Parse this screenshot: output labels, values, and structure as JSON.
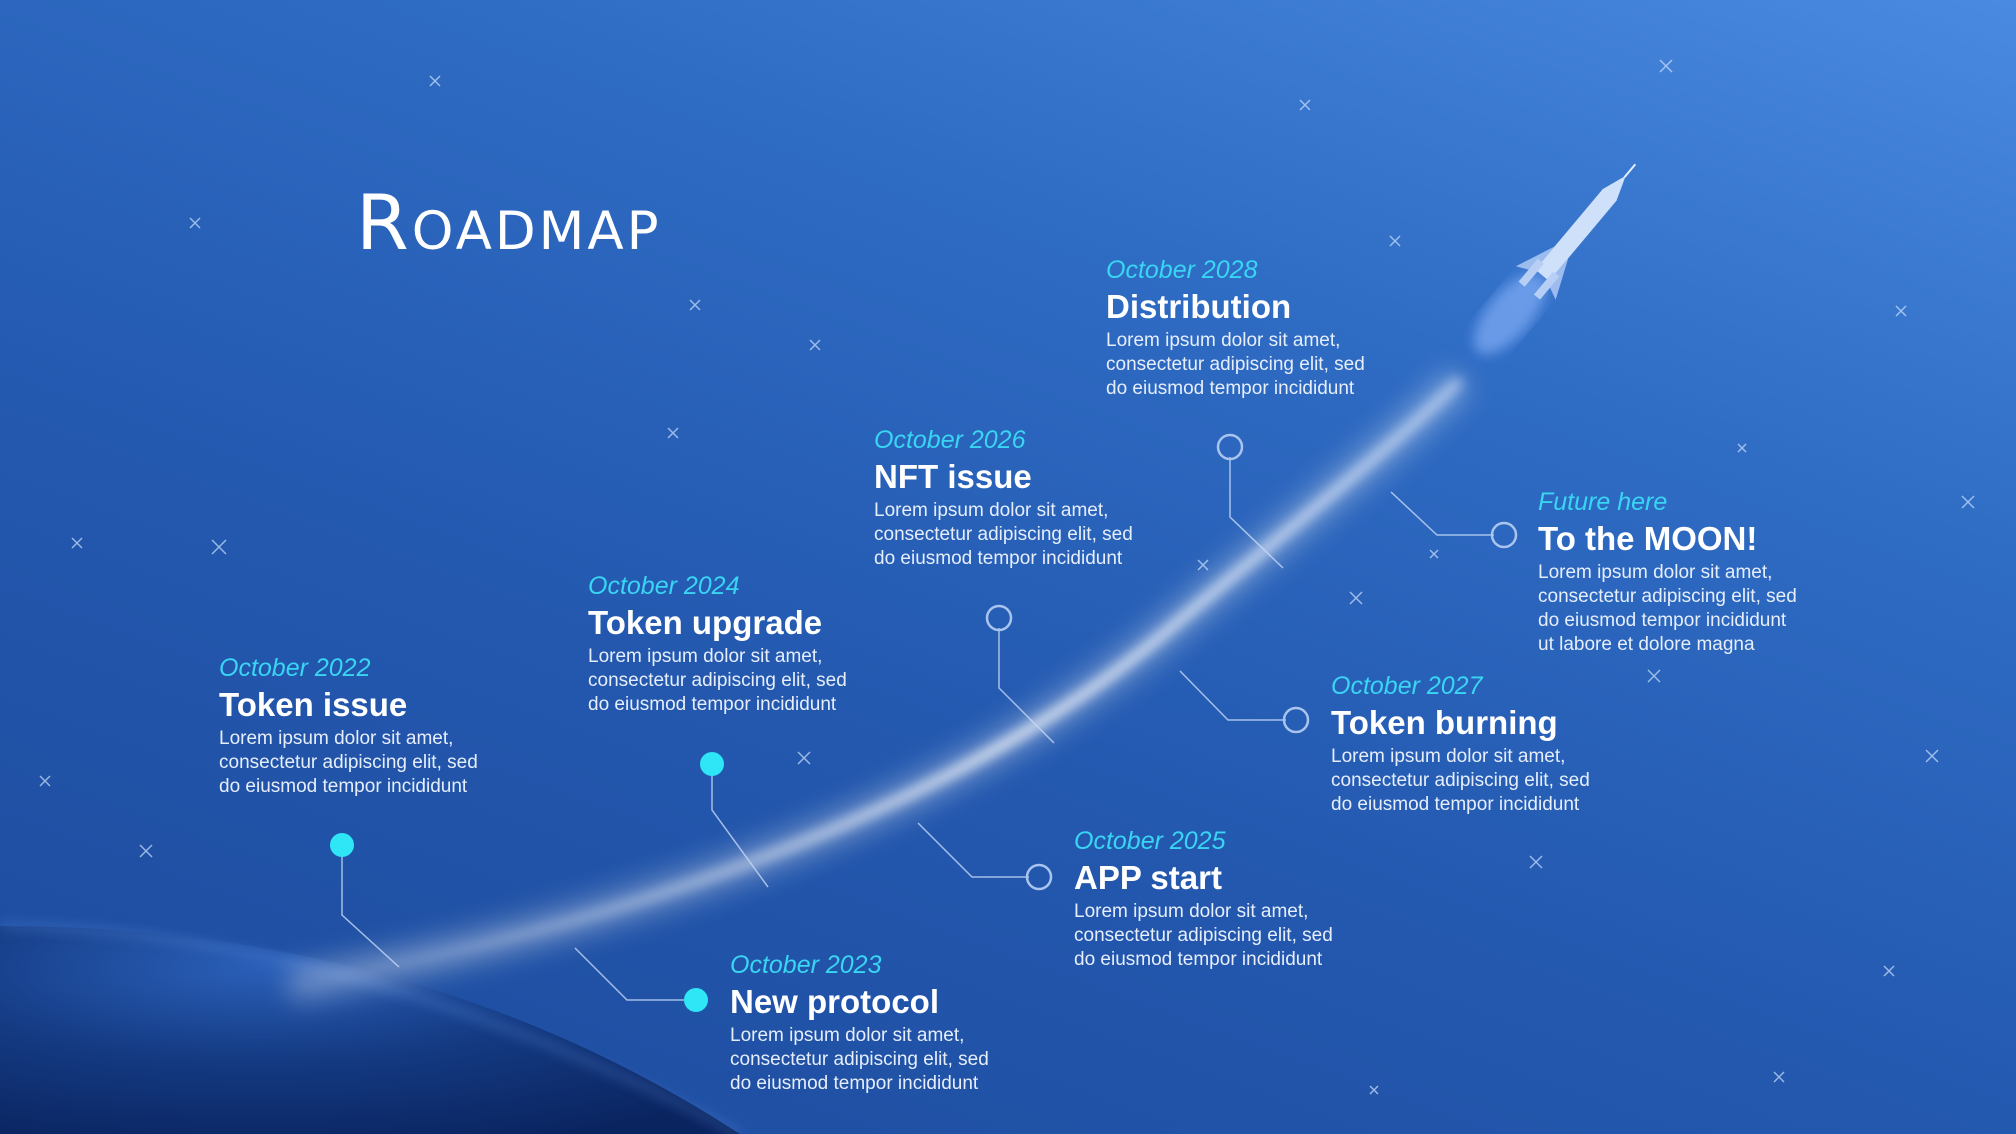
{
  "title": "Roadmap",
  "milestones": [
    {
      "date": "October 2022",
      "title": "Token issue",
      "body": [
        "Lorem ipsum dolor sit amet,",
        "consectetur adipiscing elit, sed",
        "do eiusmod tempor incididunt"
      ]
    },
    {
      "date": "October 2023",
      "title": "New protocol",
      "body": [
        "Lorem ipsum dolor sit amet,",
        "consectetur adipiscing elit, sed",
        "do eiusmod tempor incididunt"
      ]
    },
    {
      "date": "October 2024",
      "title": "Token upgrade",
      "body": [
        "Lorem ipsum dolor sit amet,",
        "consectetur adipiscing elit, sed",
        "do eiusmod tempor incididunt"
      ]
    },
    {
      "date": "October 2025",
      "title": "APP start",
      "body": [
        "Lorem ipsum dolor sit amet,",
        "consectetur adipiscing elit, sed",
        "do eiusmod tempor incididunt"
      ]
    },
    {
      "date": "October 2026",
      "title": "NFT issue",
      "body": [
        "Lorem ipsum dolor sit amet,",
        "consectetur adipiscing elit, sed",
        "do eiusmod tempor incididunt"
      ]
    },
    {
      "date": "October 2027",
      "title": "Token burning",
      "body": [
        "Lorem ipsum dolor sit amet,",
        "consectetur adipiscing elit, sed",
        "do eiusmod tempor incididunt"
      ]
    },
    {
      "date": "October 2028",
      "title": "Distribution",
      "body": [
        "Lorem ipsum dolor sit amet,",
        "consectetur adipiscing elit, sed",
        "do eiusmod tempor incididunt"
      ]
    },
    {
      "date": "Future here",
      "title": "To the MOON!",
      "body": [
        "Lorem ipsum dolor sit amet,",
        "consectetur adipiscing elit, sed",
        "do eiusmod tempor incididunt",
        "ut labore et dolore magna"
      ]
    }
  ],
  "colors": {
    "accent": "#39d5f2",
    "dot_filled": "#2ee6f5",
    "ring": "#a9c4ee"
  }
}
